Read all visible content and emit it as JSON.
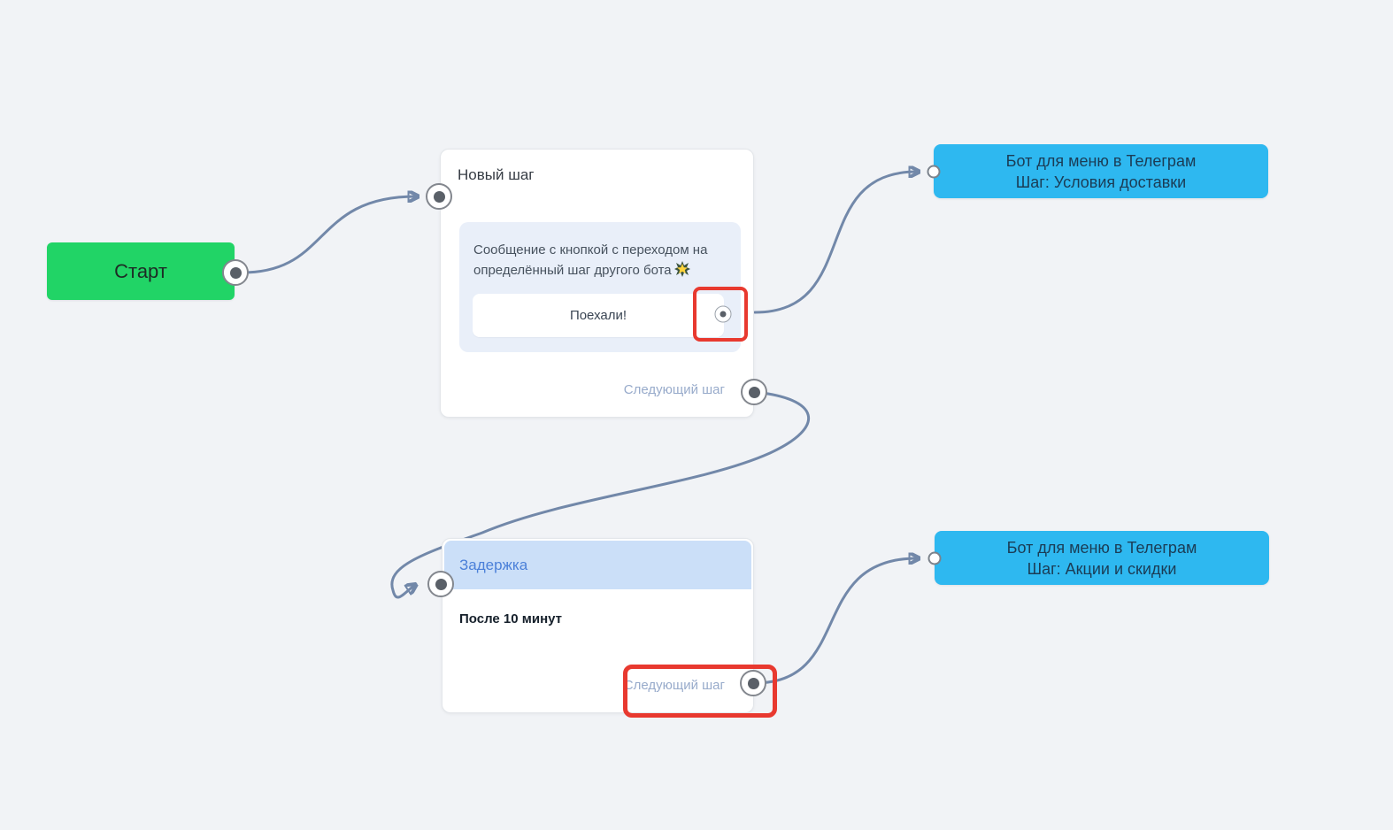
{
  "canvas": {
    "background": "#f1f3f6"
  },
  "colors": {
    "edge": "#7288a9",
    "highlight_red": "#e8392f",
    "start_green": "#21d466",
    "target_blue": "#2eb8f0",
    "delay_header_blue": "#cbdff8",
    "bubble_blue": "#e9eff9"
  },
  "nodes": {
    "start": {
      "label": "Старт"
    },
    "new_step": {
      "title": "Новый шаг",
      "message_text": "Сообщение с кнопкой с переходом на определённый шаг другого бота",
      "message_emoji": "💥",
      "button_label": "Поехали!",
      "next_step_label": "Следующий шаг"
    },
    "delay": {
      "title": "Задержка",
      "body_text": "После 10 минут",
      "next_step_label": "Следующий шаг"
    },
    "bot_menu_delivery": {
      "line1": "Бот для меню в Телеграм",
      "line2": "Шаг: Условия доставки"
    },
    "bot_menu_promos": {
      "line1": "Бот для меню в Телеграм",
      "line2": "Шаг: Акции и скидки"
    }
  }
}
